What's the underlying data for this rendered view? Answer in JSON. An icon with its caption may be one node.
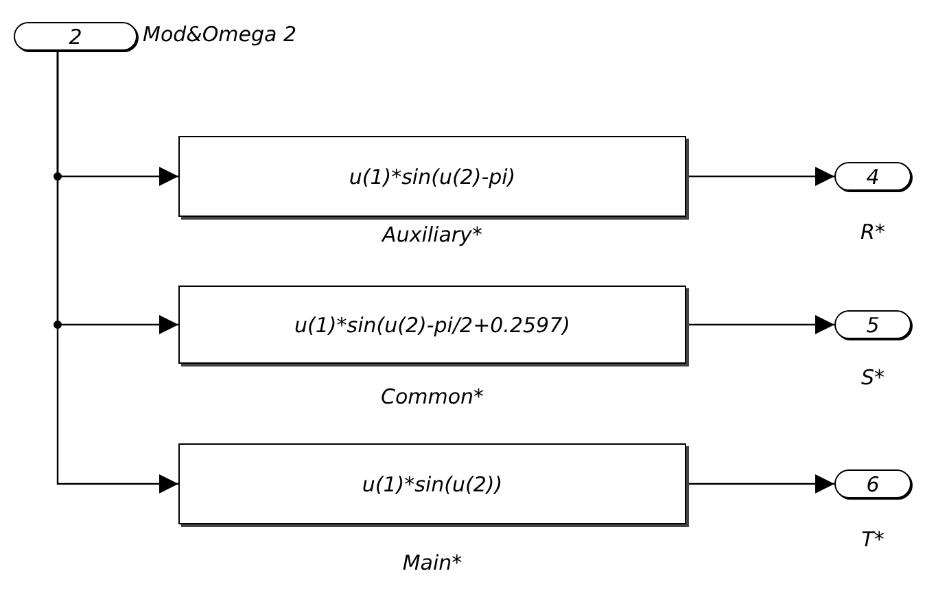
{
  "diagram": {
    "nodes": [
      {
        "text": [
          "2"
        ],
        "beside": [
          "Mod&Omega 2"
        ]
      },
      {
        "text": [
          "u(1)*sin(u(2)-pi)"
        ],
        "beside": [
          "Auxiliary*"
        ]
      },
      {
        "text": [
          "4"
        ],
        "beside": [
          "R*"
        ]
      },
      {
        "text": [
          "u(1)*sin(u(2)-pi/2+0.2597)"
        ],
        "beside": [
          "Common*"
        ]
      },
      {
        "text": [
          "5"
        ],
        "beside": [
          "S*"
        ]
      },
      {
        "text": [
          "u(1)*sin(u(2))"
        ],
        "beside": [
          "Main*"
        ]
      },
      {
        "text": [
          "6"
        ],
        "beside": [
          "T*"
        ]
      }
    ],
    "edges": [
      {
        "from": 0,
        "to": 1,
        "arrow": "to"
      },
      {
        "from": 0,
        "to": 3,
        "arrow": "to"
      },
      {
        "from": 0,
        "to": 5,
        "arrow": "to"
      },
      {
        "from": 1,
        "to": 2,
        "arrow": "to"
      },
      {
        "from": 3,
        "to": 4,
        "arrow": "to"
      },
      {
        "from": 5,
        "to": 6,
        "arrow": "to"
      }
    ]
  }
}
